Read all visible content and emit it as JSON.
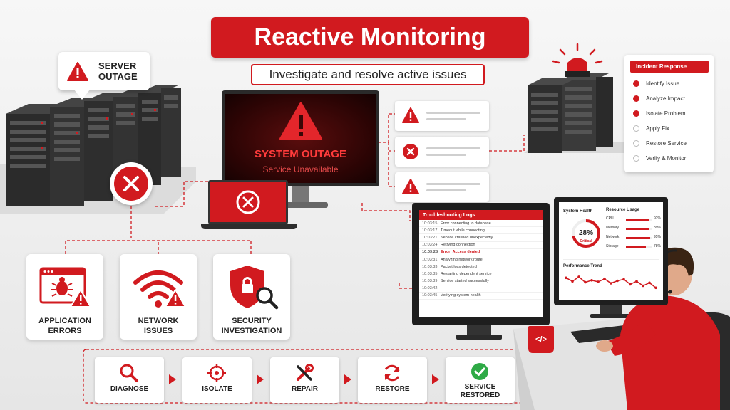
{
  "title": "Reactive Monitoring",
  "subtitle": "Investigate and resolve active issues",
  "server_callout": {
    "line1": "SERVER",
    "line2": "OUTAGE",
    "icon": "warning-icon"
  },
  "system_monitor": {
    "title": "SYSTEM OUTAGE",
    "subtitle": "Service Unavailable"
  },
  "incident_response": {
    "title": "Incident Response",
    "steps": [
      {
        "label": "Identify Issue",
        "done": true
      },
      {
        "label": "Analyze Impact",
        "done": true
      },
      {
        "label": "Isolate Problem",
        "done": true
      },
      {
        "label": "Apply Fix",
        "done": false
      },
      {
        "label": "Restore Service",
        "done": false
      },
      {
        "label": "Verify & Monitor",
        "done": false
      }
    ]
  },
  "troubleshooting_logs": {
    "title": "Troubleshooting Logs",
    "rows": [
      {
        "time": "10:03:15",
        "msg": "Error connecting to database"
      },
      {
        "time": "10:03:17",
        "msg": "Timeout while connecting"
      },
      {
        "time": "10:03:21",
        "msg": "Service crashed unexpectedly"
      },
      {
        "time": "10:03:24",
        "msg": "Retrying connection"
      },
      {
        "time": "10:03:28",
        "msg": "Error: Access denied"
      },
      {
        "time": "10:03:31",
        "msg": "Analyzing network route"
      },
      {
        "time": "10:03:33",
        "msg": "Packet loss detected"
      },
      {
        "time": "10:03:35",
        "msg": "Restarting dependent service"
      },
      {
        "time": "10:03:39",
        "msg": "Service started successfully"
      },
      {
        "time": "10:03:42",
        "msg": ""
      },
      {
        "time": "10:03:45",
        "msg": "Verifying system health"
      }
    ]
  },
  "system_health": {
    "title": "System Health",
    "percent": 28,
    "percent_label": "28%",
    "status": "Critical",
    "resource_title": "Resource Usage",
    "resources": [
      {
        "name": "CPU",
        "value": 92,
        "label": "92%"
      },
      {
        "name": "Memory",
        "value": 89,
        "label": "89%"
      },
      {
        "name": "Network",
        "value": 95,
        "label": "95%"
      },
      {
        "name": "Storage",
        "value": 78,
        "label": "78%"
      }
    ],
    "trend_title": "Performance Trend",
    "trend": [
      62,
      48,
      66,
      44,
      52,
      46,
      58,
      40,
      50,
      56,
      36,
      48,
      30,
      42,
      22
    ]
  },
  "issues": [
    {
      "line1": "APPLICATION",
      "line2": "ERRORS",
      "icon": "bug-icon"
    },
    {
      "line1": "NETWORK",
      "line2": "ISSUES",
      "icon": "wifi-icon"
    },
    {
      "line1": "SECURITY",
      "line2": "INVESTIGATION",
      "icon": "shield-lock-icon"
    }
  ],
  "process": [
    {
      "line1": "DIAGNOSE",
      "line2": "",
      "icon": "magnifier-icon"
    },
    {
      "line1": "ISOLATE",
      "line2": "",
      "icon": "crosshair-icon"
    },
    {
      "line1": "REPAIR",
      "line2": "",
      "icon": "tools-icon"
    },
    {
      "line1": "RESTORE",
      "line2": "",
      "icon": "refresh-icon"
    },
    {
      "line1": "SERVICE",
      "line2": "RESTORED",
      "icon": "check-circle-icon"
    }
  ],
  "mug_symbol": "</>",
  "colors": {
    "accent": "#d11a1f",
    "success": "#2eaa46",
    "dark": "#2a2a2a"
  }
}
